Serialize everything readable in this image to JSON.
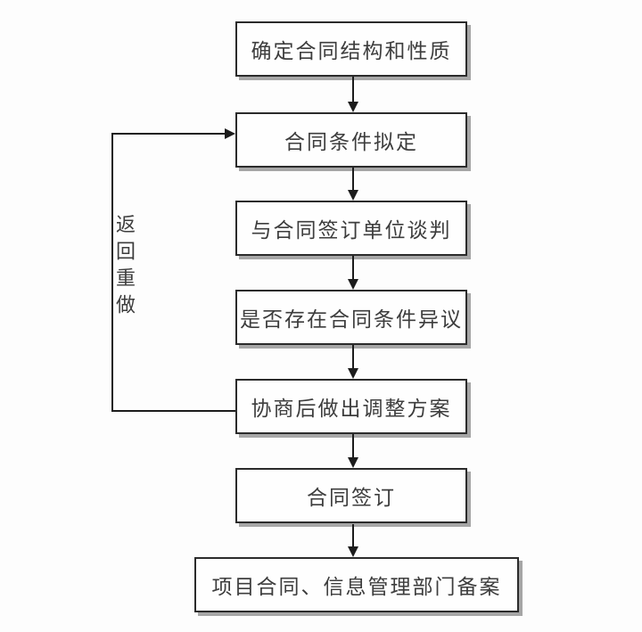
{
  "diagram": {
    "type": "flowchart",
    "language": "zh-CN",
    "nodes": [
      {
        "id": "n1",
        "label": "确定合同结构和性质"
      },
      {
        "id": "n2",
        "label": "合同条件拟定"
      },
      {
        "id": "n3",
        "label": "与合同签订单位谈判"
      },
      {
        "id": "n4",
        "label": "是否存在合同条件异议"
      },
      {
        "id": "n5",
        "label": "协商后做出调整方案"
      },
      {
        "id": "n6",
        "label": "合同签订"
      },
      {
        "id": "n7",
        "label": "项目合同、信息管理部门备案"
      }
    ],
    "edges": [
      {
        "from": "n1",
        "to": "n2",
        "type": "arrow-down"
      },
      {
        "from": "n2",
        "to": "n3",
        "type": "arrow-down"
      },
      {
        "from": "n3",
        "to": "n4",
        "type": "arrow-down"
      },
      {
        "from": "n4",
        "to": "n5",
        "type": "arrow-down"
      },
      {
        "from": "n5",
        "to": "n6",
        "type": "arrow-down"
      },
      {
        "from": "n6",
        "to": "n7",
        "type": "arrow-down"
      },
      {
        "from": "n5",
        "to": "n2",
        "type": "feedback-loop-left",
        "label": "返回重做"
      }
    ],
    "feedback_label": "返回重做",
    "colors": {
      "background": "#fdfdfd",
      "node_fill": "#fefefe",
      "node_border": "#2b2b2b",
      "node_shadow": "#a6a6a6",
      "line": "#1c1c1c",
      "text": "#3d3d3d"
    }
  }
}
